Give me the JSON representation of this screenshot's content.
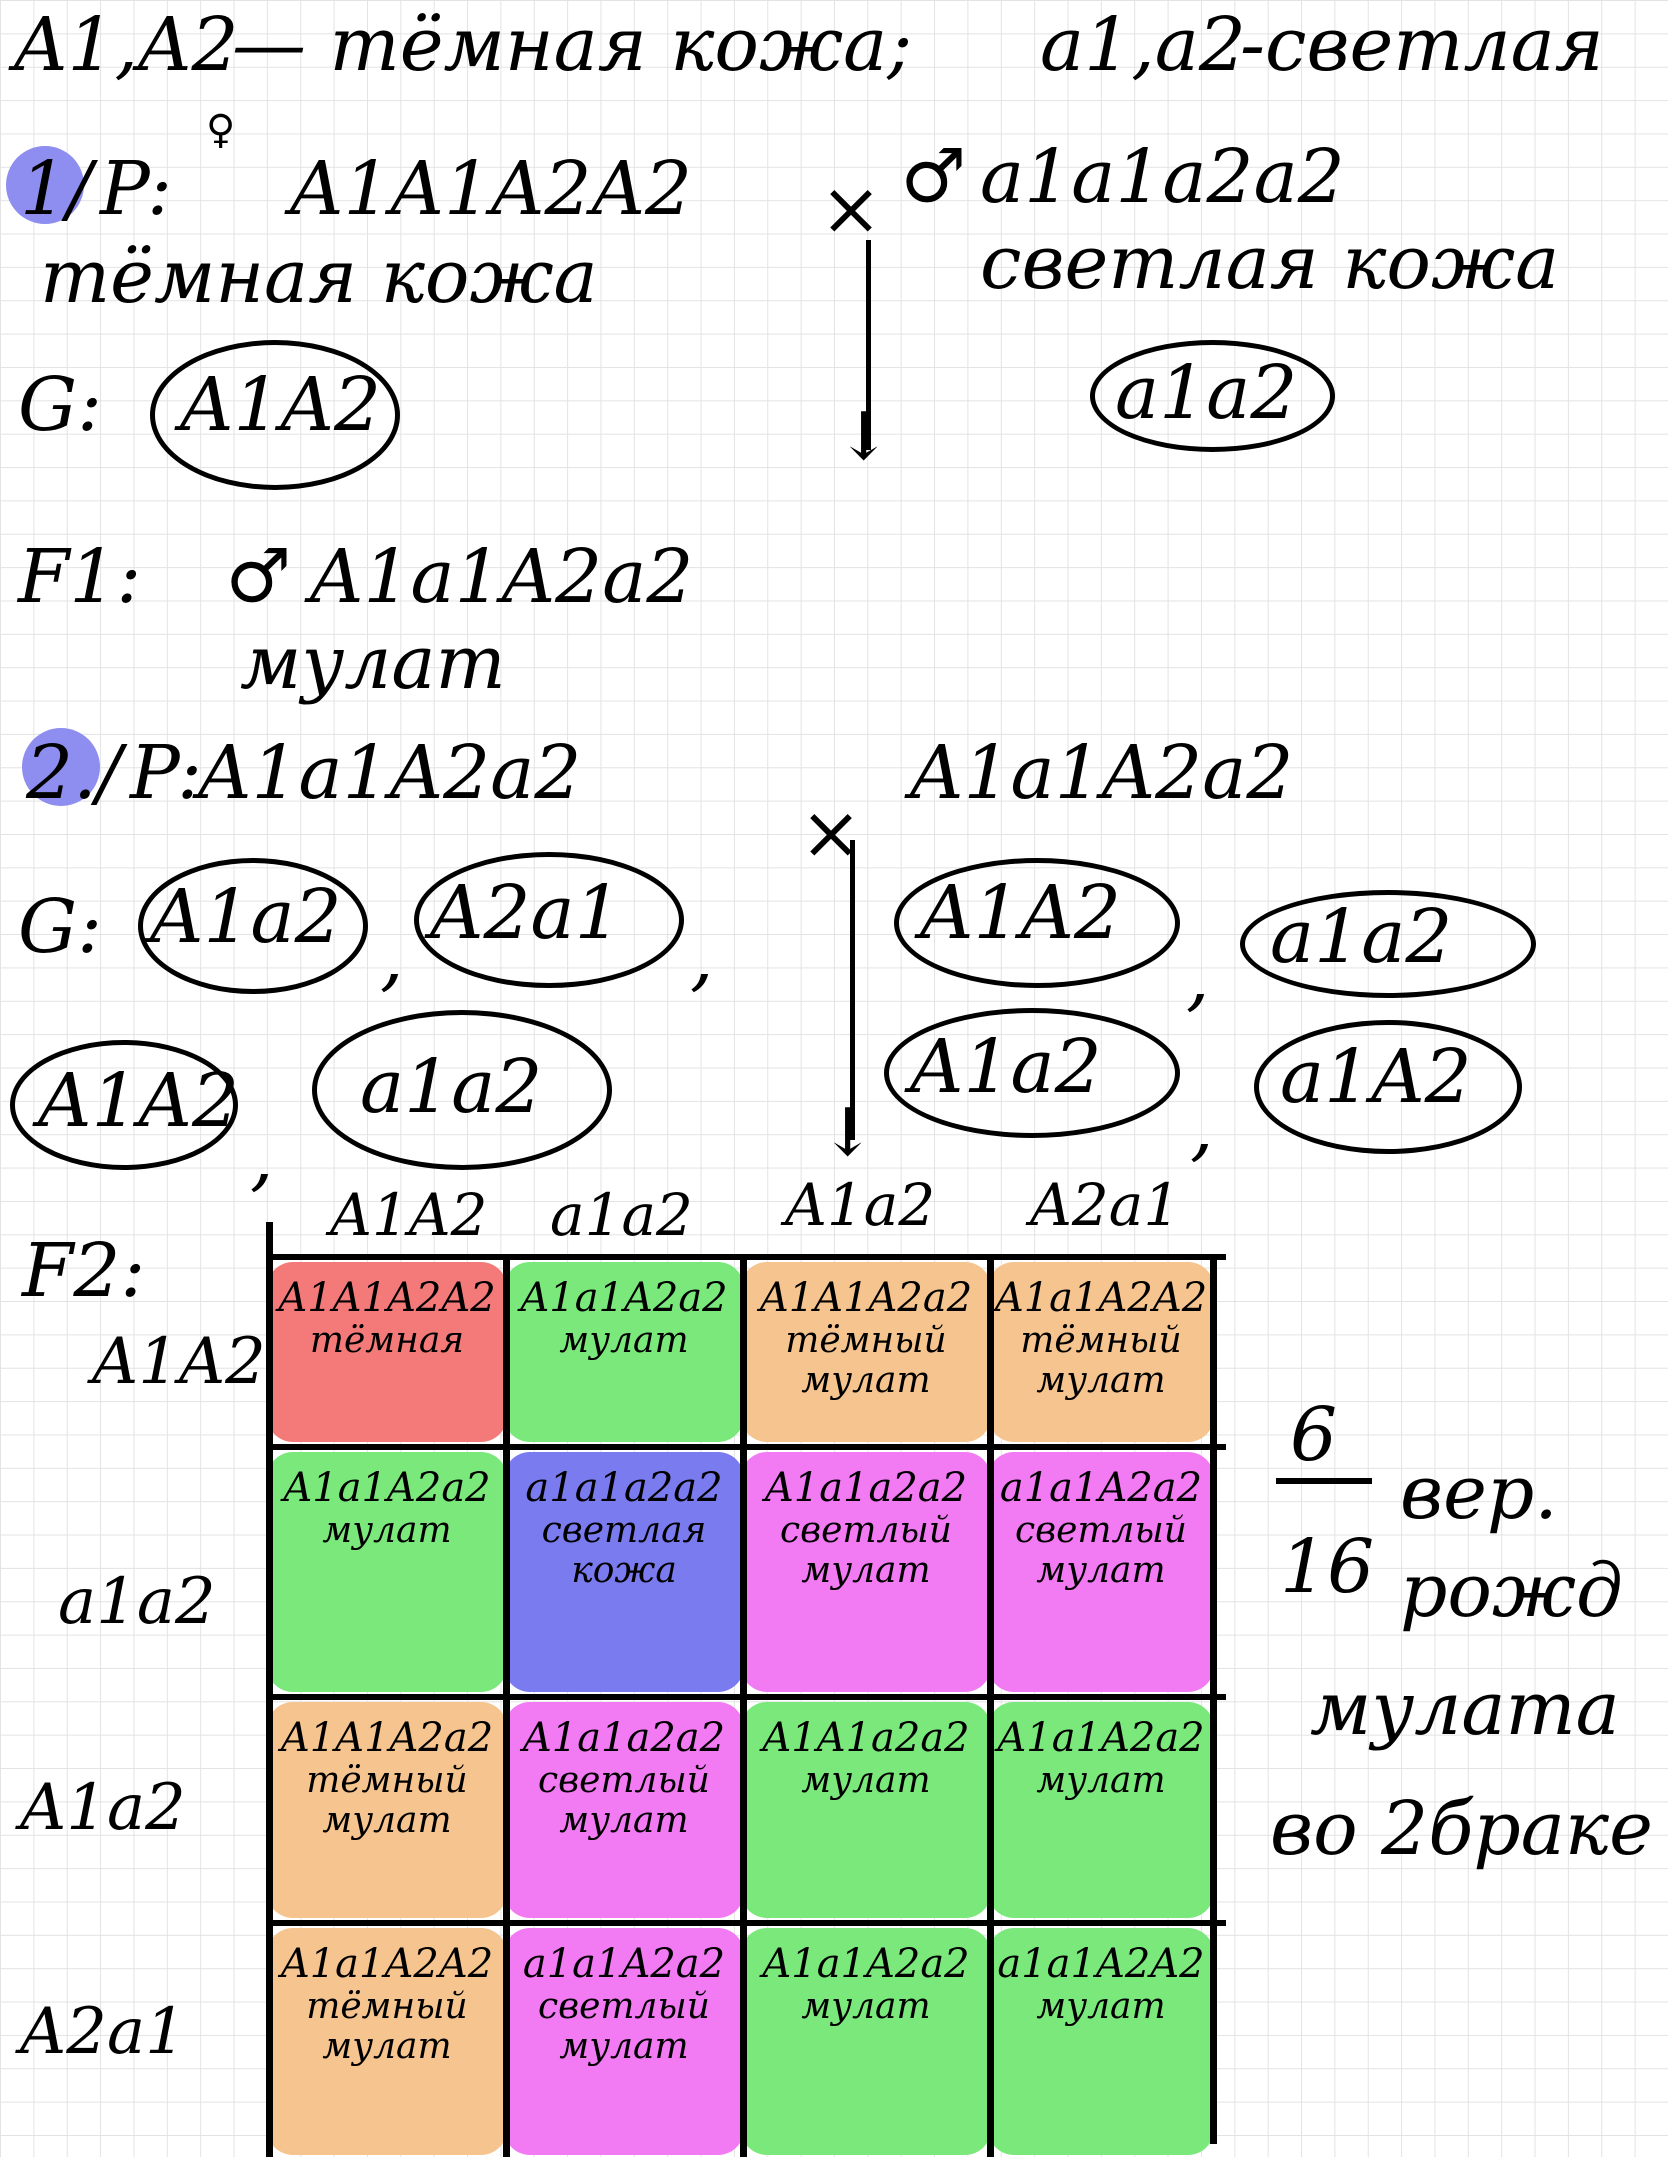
{
  "legend": {
    "dominant_genes": "A1,A2",
    "dominant_trait": "— тёмная кожа;",
    "recessive_genes": "a1,a2",
    "recessive_trait": "-светлая"
  },
  "task1": {
    "number": "1/",
    "p_label": "P:",
    "female_symbol": "♀",
    "female_genotype": "A1A1A2A2",
    "female_phenotype": "тёмная кожа",
    "cross": "×",
    "male_symbol": "♂",
    "male_genotype": "a1a1a2a2",
    "male_phenotype": "светлая кожа",
    "g_label": "G:",
    "female_gamete": "A1A2",
    "male_gamete": "a1a2",
    "f1_label": "F1:",
    "f1_symbol": "♂",
    "f1_genotype": "A1a1A2a2",
    "f1_phenotype": "мулат"
  },
  "task2": {
    "number": "2./",
    "p_label": "P:",
    "parent1": "A1a1A2a2",
    "cross": "×",
    "parent2": "A1a1A2a2",
    "g_label": "G:",
    "gametes_left": [
      "A1a2",
      "A2a1",
      "A1A2",
      "a1a2"
    ],
    "gametes_right": [
      "A1A2",
      "a1a2",
      "A1a2",
      "a1A2"
    ],
    "comma": ","
  },
  "f2": {
    "label": "F2:",
    "col_headers": [
      "A1A2",
      "a1a2",
      "A1a2",
      "A2a1"
    ],
    "row_headers": [
      "A1A2",
      "a1a2",
      "A1a2",
      "A2a1"
    ],
    "rows": [
      [
        {
          "genotype": "A1A1A2A2",
          "phenotype": "тёмная",
          "color": "#f47a7a"
        },
        {
          "genotype": "A1a1A2a2",
          "phenotype": "мулат",
          "color": "#7be87b"
        },
        {
          "genotype": "A1A1A2a2",
          "phenotype": "тёмный мулат",
          "color": "#f6c48e"
        },
        {
          "genotype": "A1a1A2A2",
          "phenotype": "тёмный мулат",
          "color": "#f6c48e"
        }
      ],
      [
        {
          "genotype": "A1a1A2a2",
          "phenotype": "мулат",
          "color": "#7be87b"
        },
        {
          "genotype": "a1a1a2a2",
          "phenotype": "светлая кожа",
          "color": "#7b7bf0"
        },
        {
          "genotype": "A1a1a2a2",
          "phenotype": "светлый мулат",
          "color": "#f27af2"
        },
        {
          "genotype": "a1a1A2a2",
          "phenotype": "светлый мулат",
          "color": "#f27af2"
        }
      ],
      [
        {
          "genotype": "A1A1A2a2",
          "phenotype": "тёмный мулат",
          "color": "#f6c48e"
        },
        {
          "genotype": "A1a1a2a2",
          "phenotype": "светлый мулат",
          "color": "#f27af2"
        },
        {
          "genotype": "A1A1a2a2",
          "phenotype": "мулат",
          "color": "#7be87b"
        },
        {
          "genotype": "A1a1A2a2",
          "phenotype": "мулат",
          "color": "#7be87b"
        }
      ],
      [
        {
          "genotype": "A1a1A2A2",
          "phenotype": "тёмный мулат",
          "color": "#f6c48e"
        },
        {
          "genotype": "a1a1A2a2",
          "phenotype": "светлый мулат",
          "color": "#f27af2"
        },
        {
          "genotype": "A1a1A2a2",
          "phenotype": "мулат",
          "color": "#7be87b"
        },
        {
          "genotype": "a1a1A2A2",
          "phenotype": "мулат",
          "color": "#7be87b"
        }
      ]
    ]
  },
  "answer": {
    "numerator": "6",
    "denominator": "16",
    "text_lines": [
      "вер.",
      "рожд",
      "мулата",
      "во 2браке"
    ]
  }
}
